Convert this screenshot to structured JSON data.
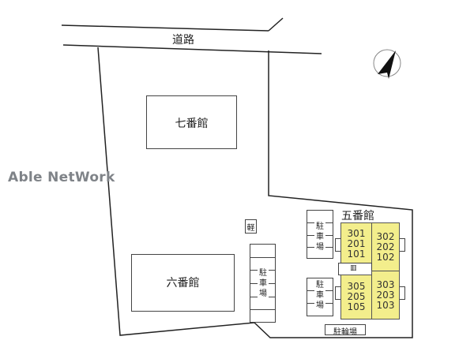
{
  "road": {
    "label": "道路"
  },
  "watermark": "Able NetWork",
  "compass": {
    "icon": "north-arrow-icon"
  },
  "buildings": {
    "nana": {
      "label": "七番館"
    },
    "roku": {
      "label": "六番館"
    },
    "go": {
      "label": "五番館",
      "units": [
        {
          "rooms": [
            "301",
            "201",
            "101"
          ]
        },
        {
          "rooms": [
            "302",
            "202",
            "102"
          ]
        },
        {
          "rooms": [
            "305",
            "205",
            "105"
          ]
        },
        {
          "rooms": [
            "303",
            "203",
            "103"
          ]
        }
      ],
      "color": "#f3ee8c"
    }
  },
  "parking": {
    "kei": "軽",
    "main": "駐車場",
    "upper_right": "駐車場",
    "lower_right": "駐車場",
    "bicycle": "駐輪場"
  }
}
